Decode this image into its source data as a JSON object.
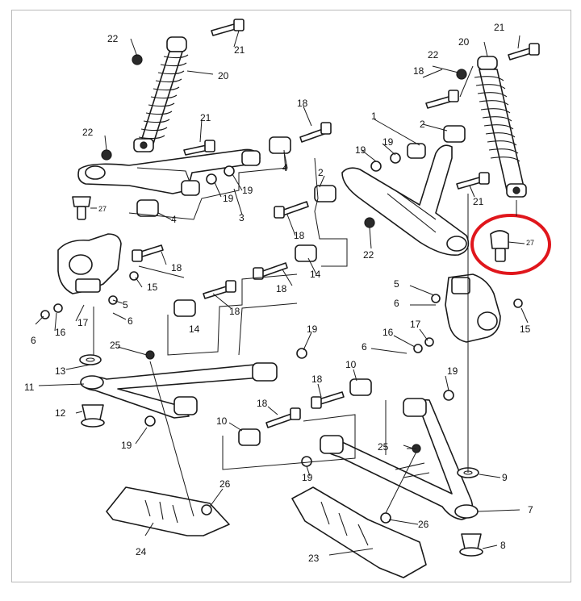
{
  "diagram": {
    "highlight_color": "#e0161c",
    "callouts": {
      "c1": "1",
      "c2": "2",
      "c2b": "2",
      "c3": "3",
      "c4": "4",
      "c4b": "4",
      "c5a": "5",
      "c5b": "5",
      "c6a": "6",
      "c6b": "6",
      "c6c": "6",
      "c7": "7",
      "c8": "8",
      "c9": "9",
      "c10a": "10",
      "c10b": "10",
      "c11": "11",
      "c12": "12",
      "c13": "13",
      "c14a": "14",
      "c14b": "14",
      "c15a": "15",
      "c15b": "15",
      "c16a": "16",
      "c16b": "16",
      "c17a": "17",
      "c17b": "17",
      "c18a": "18",
      "c18b": "18",
      "c18c": "18",
      "c18d": "18",
      "c18e": "18",
      "c18f": "18",
      "c18g": "18",
      "c18h": "18",
      "c19a": "19",
      "c19b": "19",
      "c19c": "19",
      "c19d": "19",
      "c19e": "19",
      "c19f": "19",
      "c19g": "19",
      "c19h": "19",
      "c20a": "20",
      "c20b": "20",
      "c21a": "21",
      "c21b": "21",
      "c21c": "21",
      "c21d": "21",
      "c22a": "22",
      "c22b": "22",
      "c22c": "22",
      "c22d": "22",
      "c23": "23",
      "c24": "24",
      "c25a": "25",
      "c25b": "25",
      "c26a": "26",
      "c26b": "26",
      "c27a": "27",
      "c27b": "27"
    }
  }
}
